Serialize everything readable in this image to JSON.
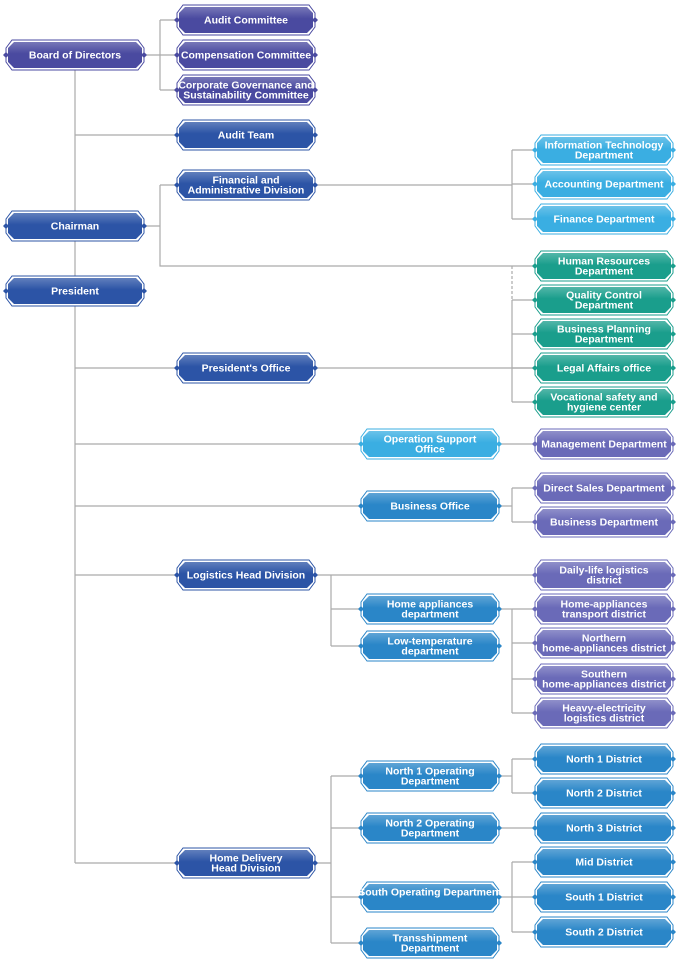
{
  "colors": {
    "purple": "#4a4aa0",
    "navy": "#2c54a6",
    "sky": "#3aaee2",
    "teal": "#1a9e8c",
    "lavender": "#6a6ab8",
    "blue": "#2a86c8",
    "line": "#aaaaaa"
  },
  "nodes": {
    "board": "Board of Directors",
    "audit_committee": "Audit Committee",
    "compensation_committee": "Compensation Committee",
    "governance_committee": "Corporate Governance and Sustainability Committee",
    "audit_team": "Audit Team",
    "chairman": "Chairman",
    "president": "President",
    "fin_admin_division": "Financial and Administrative Division",
    "it_department": "Information Technology Department",
    "accounting_department": "Accounting Department",
    "finance_department": "Finance Department",
    "hr_department": "Human Resources Department",
    "quality_control": "Quality Control Department",
    "business_planning": "Business Planning Department",
    "legal_affairs": "Legal Affairs office",
    "vocational_safety": "Vocational safety and hygiene center",
    "presidents_office": "President's Office",
    "operation_support": "Operation Support Office",
    "management_department": "Management Department",
    "business_office": "Business Office",
    "direct_sales": "Direct Sales Department",
    "business_department": "Business Department",
    "logistics_head": "Logistics Head Division",
    "daily_life_logistics": "Daily-life logistics district",
    "home_appliances_dept": "Home appliances department",
    "low_temp_dept": "Low-temperature department",
    "ha_transport": "Home-appliances transport district",
    "northern_ha": "Northern home-appliances district",
    "southern_ha": "Southern home-appliances district",
    "heavy_electricity": "Heavy-electricity logistics district",
    "home_delivery_head": "Home Delivery Head Division",
    "north1_operating": "North 1 Operating Department",
    "north2_operating": "North 2 Operating Department",
    "south_operating": "South Operating Department",
    "transshipment": "Transshipment Department",
    "north1_district": "North 1 District",
    "north2_district": "North 2 District",
    "north3_district": "North 3 District",
    "mid_district": "Mid District",
    "south1_district": "South 1 District",
    "south2_district": "South 2 District"
  }
}
